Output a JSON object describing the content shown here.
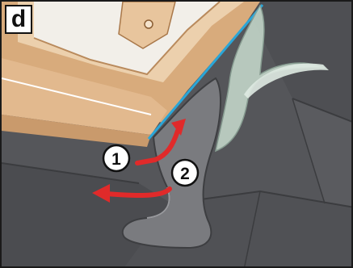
{
  "panel": {
    "letter": "d"
  },
  "steps": [
    {
      "number": "1"
    },
    {
      "number": "2"
    }
  ],
  "colors": {
    "roof_dark": "#4a4b4e",
    "roof_mid": "#5c5d60",
    "roof_light": "#6e6f72",
    "frame_wood": "#e2b98e",
    "frame_wood_shadow": "#c99a6c",
    "glass": "#f2efe9",
    "flashing_grey": "#7a7b7f",
    "arrow_red": "#e02a2a",
    "seal_blue": "#2aa6d8",
    "foil_green": "#c9dccf"
  }
}
